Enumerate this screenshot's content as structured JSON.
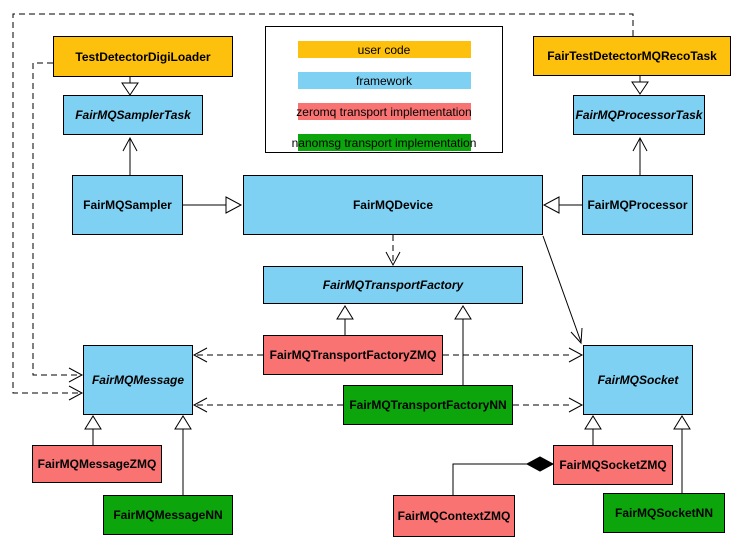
{
  "legend": {
    "items": [
      {
        "label": "user code",
        "color": "#fdc00d",
        "category": "user-code"
      },
      {
        "label": "framework",
        "color": "#7fd1f3",
        "category": "framework"
      },
      {
        "label": "zeromq transport implementation",
        "color": "#fa7373",
        "category": "zeromq"
      },
      {
        "label": "nanomsg transport implementation",
        "color": "#0ca60c",
        "category": "nanomsg"
      }
    ]
  },
  "colors": {
    "user_code": "#fdc00d",
    "framework": "#7fd1f3",
    "zeromq": "#fa7373",
    "nanomsg": "#0ca60c",
    "border": "#000000",
    "background": "#ffffff"
  },
  "nodes": {
    "testDetectorDigiLoader": {
      "label": "TestDetectorDigiLoader",
      "category": "user-code",
      "abstract": false
    },
    "fairTestDetectorMQRecoTask": {
      "label": "FairTestDetectorMQRecoTask",
      "category": "user-code",
      "abstract": false
    },
    "fairMQSamplerTask": {
      "label": "FairMQSamplerTask",
      "category": "framework",
      "abstract": true
    },
    "fairMQProcessorTask": {
      "label": "FairMQProcessorTask",
      "category": "framework",
      "abstract": true
    },
    "fairMQSampler": {
      "label": "FairMQSampler",
      "category": "framework",
      "abstract": false
    },
    "fairMQDevice": {
      "label": "FairMQDevice",
      "category": "framework",
      "abstract": false
    },
    "fairMQProcessor": {
      "label": "FairMQProcessor",
      "category": "framework",
      "abstract": false
    },
    "fairMQTransportFactory": {
      "label": "FairMQTransportFactory",
      "category": "framework",
      "abstract": true
    },
    "fairMQTransportFactoryZMQ": {
      "label": "FairMQTransportFactoryZMQ",
      "category": "zeromq",
      "abstract": false
    },
    "fairMQTransportFactoryNN": {
      "label": "FairMQTransportFactoryNN",
      "category": "nanomsg",
      "abstract": false
    },
    "fairMQMessage": {
      "label": "FairMQMessage",
      "category": "framework",
      "abstract": true
    },
    "fairMQSocket": {
      "label": "FairMQSocket",
      "category": "framework",
      "abstract": true
    },
    "fairMQMessageZMQ": {
      "label": "FairMQMessageZMQ",
      "category": "zeromq",
      "abstract": false
    },
    "fairMQMessageNN": {
      "label": "FairMQMessageNN",
      "category": "nanomsg",
      "abstract": false
    },
    "fairMQSocketZMQ": {
      "label": "FairMQSocketZMQ",
      "category": "zeromq",
      "abstract": false
    },
    "fairMQSocketNN": {
      "label": "FairMQSocketNN",
      "category": "nanomsg",
      "abstract": false
    },
    "fairMQContextZMQ": {
      "label": "FairMQContextZMQ",
      "category": "zeromq",
      "abstract": false
    }
  },
  "edges": [
    {
      "from": "TestDetectorDigiLoader",
      "to": "FairMQSamplerTask",
      "type": "inheritance",
      "line": "solid"
    },
    {
      "from": "FairTestDetectorMQRecoTask",
      "to": "FairMQProcessorTask",
      "type": "inheritance",
      "line": "solid"
    },
    {
      "from": "FairMQSampler",
      "to": "FairMQDevice",
      "type": "inheritance",
      "line": "solid"
    },
    {
      "from": "FairMQProcessor",
      "to": "FairMQDevice",
      "type": "inheritance",
      "line": "solid"
    },
    {
      "from": "FairMQSampler",
      "to": "FairMQSamplerTask",
      "type": "association",
      "line": "solid"
    },
    {
      "from": "FairMQProcessor",
      "to": "FairMQProcessorTask",
      "type": "association",
      "line": "solid"
    },
    {
      "from": "FairMQDevice",
      "to": "FairMQTransportFactory",
      "type": "dependency",
      "line": "dashed"
    },
    {
      "from": "FairMQDevice",
      "to": "FairMQSocket",
      "type": "association",
      "line": "solid"
    },
    {
      "from": "FairMQTransportFactoryZMQ",
      "to": "FairMQTransportFactory",
      "type": "inheritance",
      "line": "solid"
    },
    {
      "from": "FairMQTransportFactoryNN",
      "to": "FairMQTransportFactory",
      "type": "inheritance",
      "line": "solid"
    },
    {
      "from": "FairMQTransportFactoryZMQ",
      "to": "FairMQMessage",
      "type": "dependency",
      "line": "dashed"
    },
    {
      "from": "FairMQTransportFactoryZMQ",
      "to": "FairMQSocket",
      "type": "dependency",
      "line": "dashed"
    },
    {
      "from": "FairMQTransportFactoryNN",
      "to": "FairMQMessage",
      "type": "dependency",
      "line": "dashed"
    },
    {
      "from": "FairMQTransportFactoryNN",
      "to": "FairMQSocket",
      "type": "dependency",
      "line": "dashed"
    },
    {
      "from": "TestDetectorDigiLoader",
      "to": "FairMQMessage",
      "type": "dependency",
      "line": "dashed"
    },
    {
      "from": "FairTestDetectorMQRecoTask",
      "to": "FairMQMessage",
      "type": "dependency",
      "line": "dashed"
    },
    {
      "from": "FairMQMessageZMQ",
      "to": "FairMQMessage",
      "type": "inheritance",
      "line": "solid"
    },
    {
      "from": "FairMQMessageNN",
      "to": "FairMQMessage",
      "type": "inheritance",
      "line": "solid"
    },
    {
      "from": "FairMQSocketZMQ",
      "to": "FairMQSocket",
      "type": "inheritance",
      "line": "solid"
    },
    {
      "from": "FairMQSocketNN",
      "to": "FairMQSocket",
      "type": "inheritance",
      "line": "solid"
    },
    {
      "from": "FairMQContextZMQ",
      "to": "FairMQSocketZMQ",
      "type": "composition",
      "line": "solid"
    }
  ]
}
